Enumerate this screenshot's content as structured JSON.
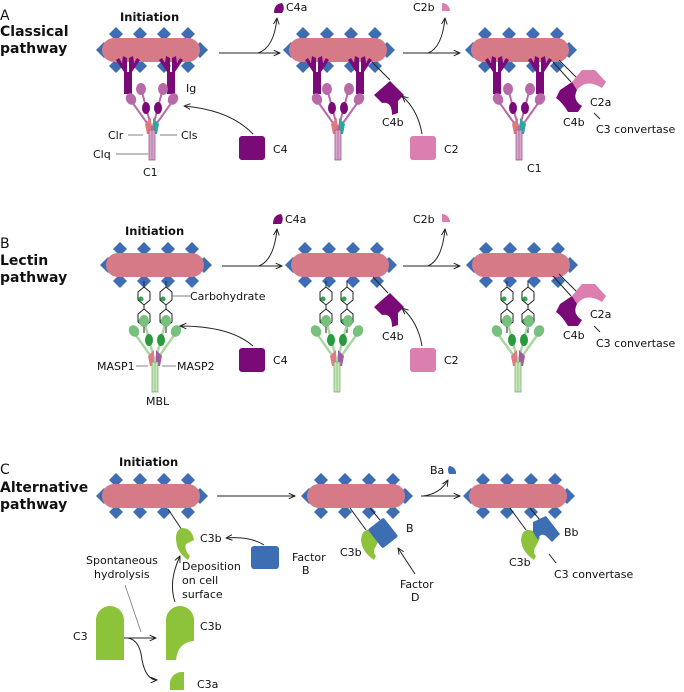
{
  "colors": {
    "membrane": "#d67a87",
    "antigen": "#3d6db3",
    "c4_purple": "#7a0a78",
    "c2_pink": "#db7fb0",
    "c1_head": "#b86aa8",
    "c1_dark": "#7a0a78",
    "c1r": "#e07a7a",
    "c1s": "#2aa89a",
    "mbl_head": "#78c07e",
    "mbl_dark": "#2a9a3e",
    "masp2": "#a05aa8",
    "c3_green": "#8cc33b",
    "factor_b": "#3d6db3",
    "carb_dot": "#2aa84a"
  },
  "sections": {
    "classical": {
      "letter": "A",
      "title_line1": "Classical",
      "title_line2": "pathway",
      "initiation": "Initiation",
      "labels": {
        "ig": "Ig",
        "c1r": "Clr",
        "c1s": "Cls",
        "c1q": "Clq",
        "c1": "C1",
        "c1_right": "C1",
        "c4": "C4",
        "c4a": "C4a",
        "c4b_mid": "C4b",
        "c2": "C2",
        "c2b": "C2b",
        "c2a": "C2a",
        "c4b_right": "C4b",
        "convertase": "C3 convertase"
      }
    },
    "lectin": {
      "letter": "B",
      "title_line1": "Lectin",
      "title_line2": "pathway",
      "initiation": "Initiation",
      "labels": {
        "carbohydrate": "Carbohydrate",
        "masp1": "MASP1",
        "masp2": "MASP2",
        "mbl": "MBL",
        "c4": "C4",
        "c4a": "C4a",
        "c4b_mid": "C4b",
        "c2": "C2",
        "c2b": "C2b",
        "c2a": "C2a",
        "c4b_right": "C4b",
        "convertase": "C3 convertase"
      }
    },
    "alternative": {
      "letter": "C",
      "title_line1": "Alternative",
      "title_line2": "pathway",
      "initiation": "Initiation",
      "labels": {
        "c3b_top": "C3b",
        "factor_b_line1": "Factor",
        "factor_b_line2": "B",
        "spontaneous_line1": "Spontaneous",
        "spontaneous_line2": "hydrolysis",
        "deposition_line1": "Deposition",
        "deposition_line2": "on cell",
        "deposition_line3": "surface",
        "c3": "C3",
        "c3b_bottom": "C3b",
        "c3a": "C3a",
        "b": "B",
        "c3b_mid": "C3b",
        "factor_d_line1": "Factor",
        "factor_d_line2": "D",
        "ba": "Ba",
        "bb": "Bb",
        "c3b_right": "C3b",
        "convertase": "C3 convertase"
      }
    }
  }
}
